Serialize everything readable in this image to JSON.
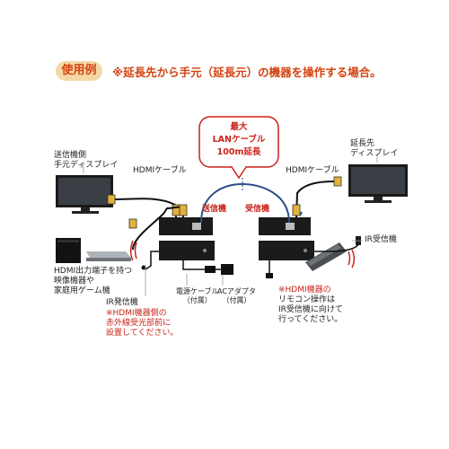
{
  "header": {
    "tag": "使用例",
    "title": "※延長先から手元（延長元）の機器を操作する場合。"
  },
  "callout": {
    "line1": "最大",
    "line2": "LANケーブル",
    "line3": "100m延長"
  },
  "labels": {
    "sender_display_1": "送信機側",
    "sender_display_2": "手元ディスプレイ",
    "hdmi_cable_left": "HDMIケーブル",
    "hdmi_cable_right": "HDMIケーブル",
    "receiver_display_1": "延長先",
    "receiver_display_2": "ディスプレイ",
    "transmitter": "送信機",
    "receiver": "受信機",
    "ir_receiver": "IR受信機",
    "source_1": "HDMI出力端子を持つ",
    "source_2": "映像機器や",
    "source_3": "家庭用ゲーム機",
    "ir_emitter": "IR発信機",
    "ir_note_1": "※HDMI機器側の",
    "ir_note_2": "赤外線受光部前に",
    "ir_note_3": "設置してください。",
    "power_cable_1": "電源ケーブル",
    "power_cable_2": "（付属）",
    "ac_adapter_1": "ACアダプタ",
    "ac_adapter_2": "（付属）",
    "remote_note_1": "※HDMI機器の",
    "remote_note_2": "リモコン操作は",
    "remote_note_3": "IR受信機に向けて",
    "remote_note_4": "行ってください。"
  },
  "colors": {
    "accent_red": "#c9231a",
    "heading_orange": "#d4420f",
    "tag_bg": "#f3d9a6",
    "lan_blue": "#2d4e8a"
  }
}
